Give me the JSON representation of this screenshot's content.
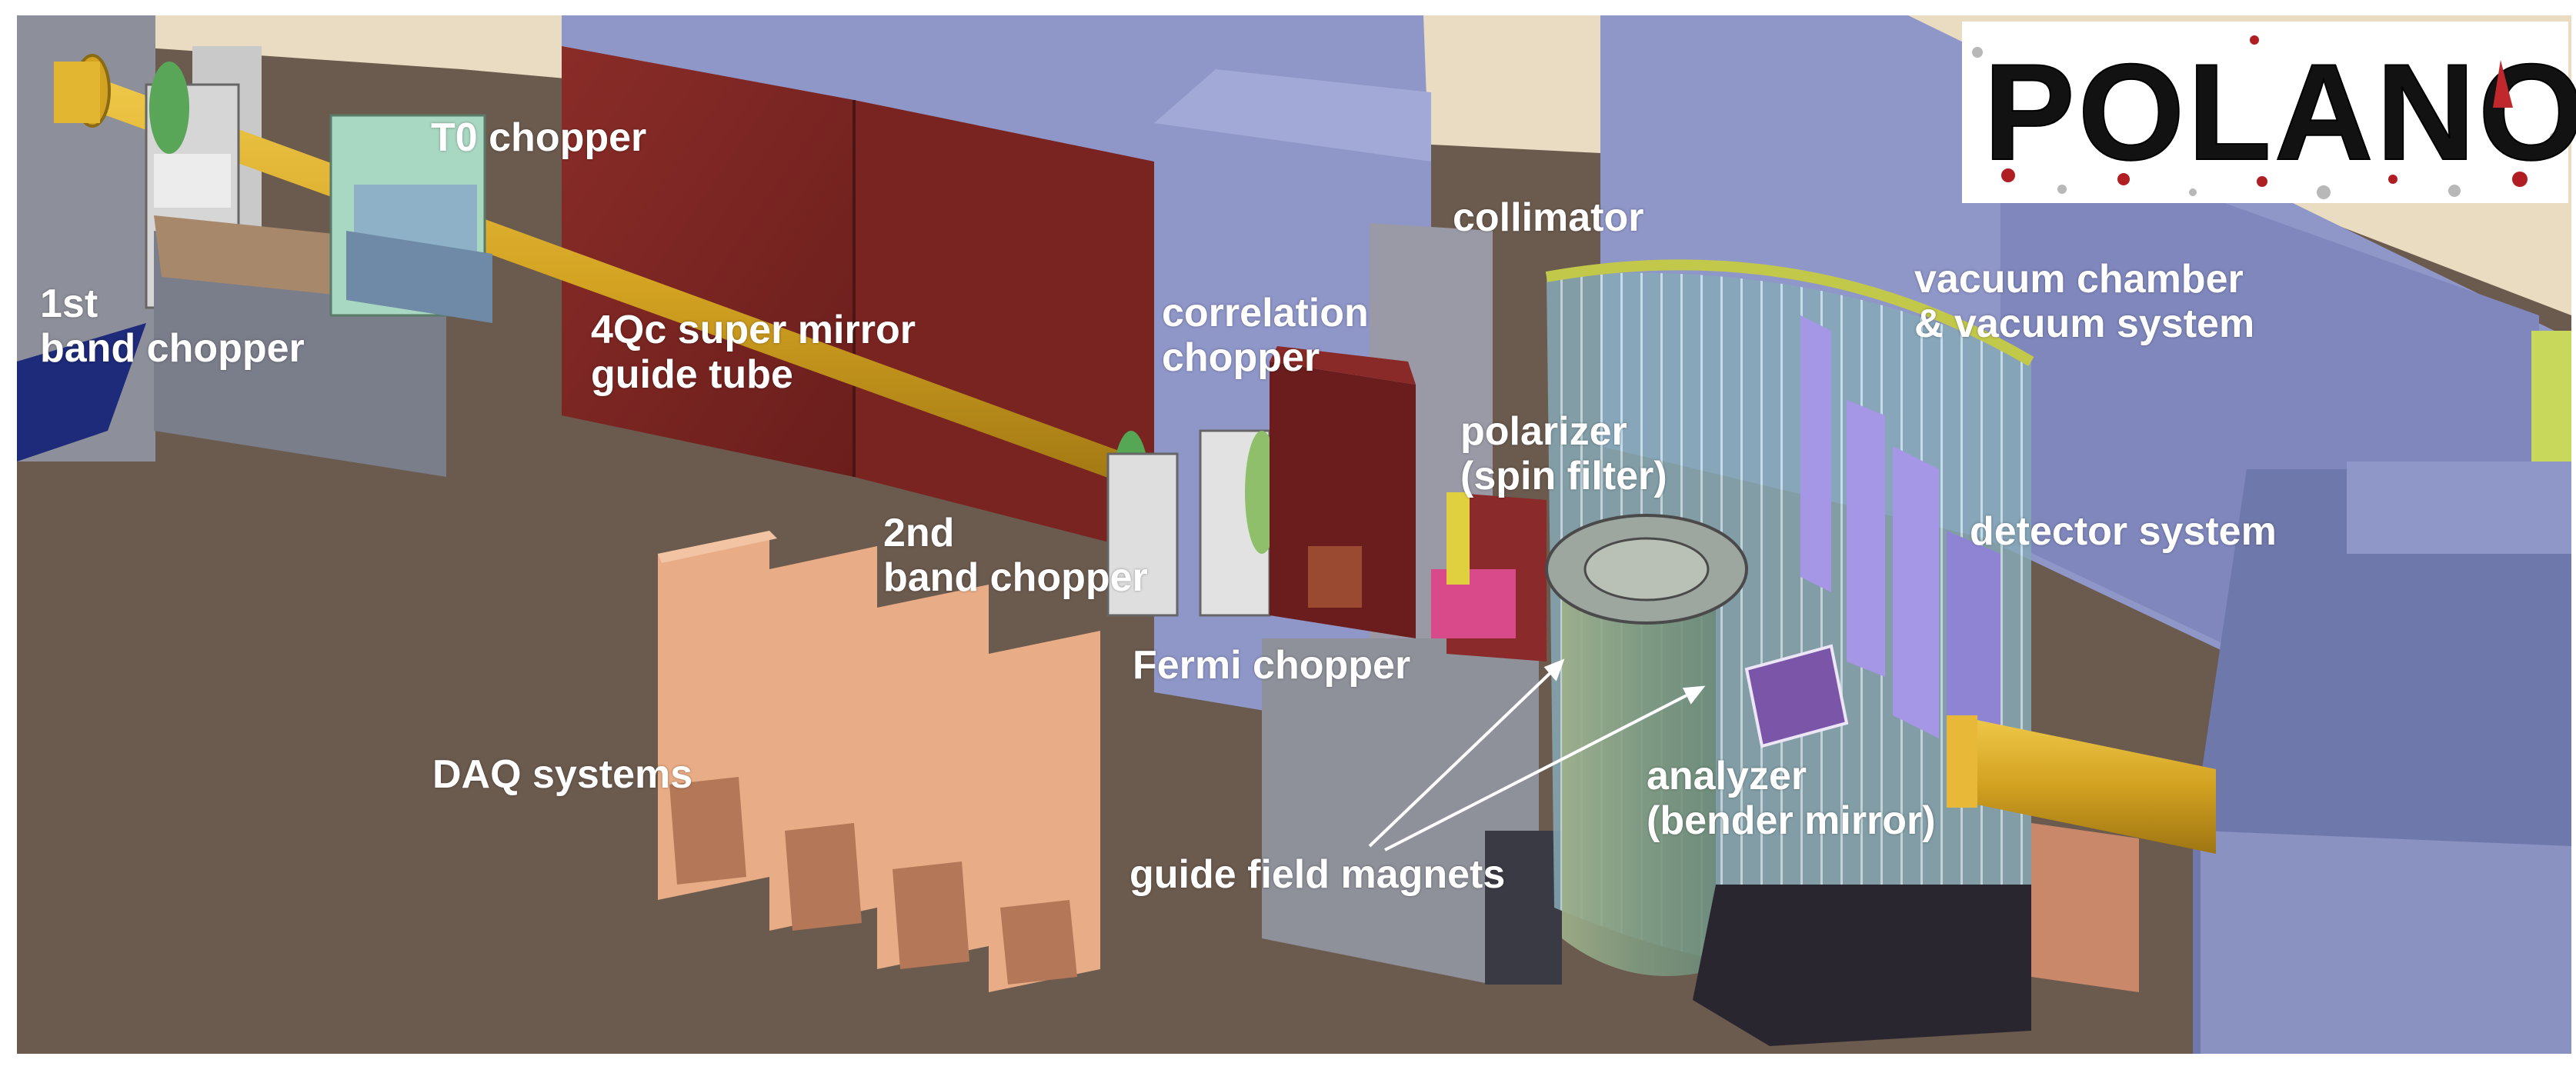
{
  "logo": {
    "text": "POLANO",
    "colors": {
      "text": "#121212",
      "accent": "#c0282d",
      "dots": "#b01e23",
      "dots_light": "#b8b8b8"
    }
  },
  "labels": {
    "t0_chopper": "T0 chopper",
    "first_band_chopper": [
      "1st",
      "band chopper"
    ],
    "guide_tube": [
      "4Qc super mirror",
      "guide tube"
    ],
    "collimator": "collimator",
    "correlation_chopper": [
      "correlation",
      "chopper"
    ],
    "polarizer": [
      "polarizer",
      "(spin filter)"
    ],
    "vacuum_chamber": [
      "vacuum chamber",
      "& vacuum system"
    ],
    "detector_system": "detector system",
    "second_band_chopper": [
      "2nd",
      "band chopper"
    ],
    "fermi_chopper": "Fermi chopper",
    "daq_systems": "DAQ systems",
    "analyzer": [
      "analyzer",
      "(bender mirror)"
    ],
    "guide_field_magnets": "guide field magnets"
  },
  "colors": {
    "floor": "#6b5a4e",
    "wall_blue": "#8f96c8",
    "wall_blue_dark": "#747cb0",
    "tan_wall": "#e9dcc2",
    "guide_tube": "#d3a221",
    "shield_red": "#7c2422",
    "daq_orange": "#e8ac86",
    "label_text": "#ffffff"
  }
}
